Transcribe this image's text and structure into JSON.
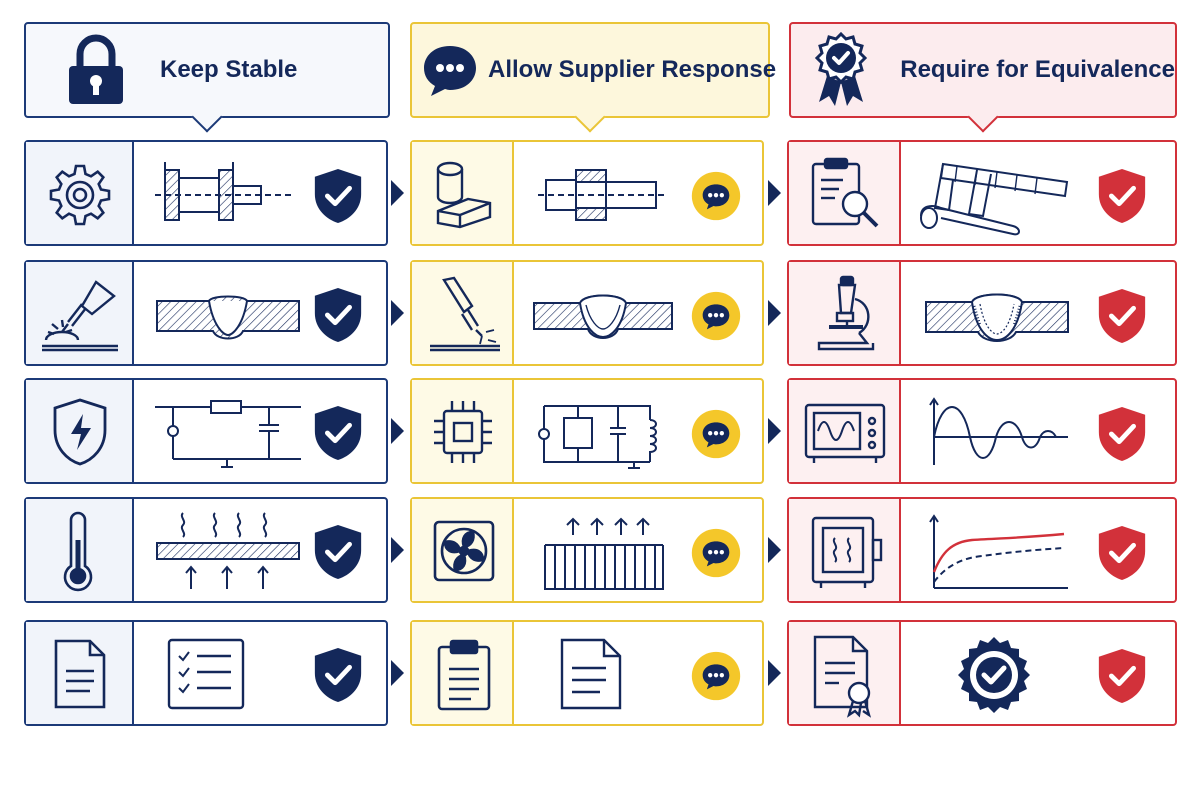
{
  "columns": [
    {
      "key": "blue",
      "title": "Keep Stable",
      "header_icon": "lock-icon",
      "status_icon": "shield-check-icon",
      "color": "#1c3a78"
    },
    {
      "key": "yellow",
      "title": "Allow Supplier Response",
      "header_icon": "chat-bubble-icon",
      "status_icon": "chat-bubble-icon",
      "color": "#f4c72a"
    },
    {
      "key": "red",
      "title": "Require for Equivalence",
      "header_icon": "award-ribbon-icon",
      "status_icon": "shield-check-icon",
      "color": "#d2313a"
    }
  ],
  "rows": [
    {
      "blue": [
        "gear-icon",
        "mechanical-assembly-drawing-icon"
      ],
      "yellow": [
        "material-stock-icon",
        "machined-part-drawing-icon"
      ],
      "red": [
        "clipboard-inspect-icon",
        "caliper-measure-icon"
      ]
    },
    {
      "blue": [
        "welding-torch-icon",
        "weld-bead-section-icon"
      ],
      "yellow": [
        "welding-torch-icon",
        "weld-bead-section-icon"
      ],
      "red": [
        "microscope-icon",
        "weld-macro-section-icon"
      ]
    },
    {
      "blue": [
        "electrical-shield-icon",
        "circuit-schematic-icon"
      ],
      "yellow": [
        "microchip-icon",
        "circuit-schematic-icon"
      ],
      "red": [
        "oscilloscope-icon",
        "waveform-plot-icon"
      ]
    },
    {
      "blue": [
        "thermometer-icon",
        "heat-transfer-plate-icon"
      ],
      "yellow": [
        "cooling-fan-icon",
        "heat-sink-icon"
      ],
      "red": [
        "thermal-chamber-icon",
        "temperature-curve-plot-icon"
      ]
    },
    {
      "blue": [
        "document-icon",
        "checklist-icon"
      ],
      "yellow": [
        "clipboard-icon",
        "document-icon"
      ],
      "red": [
        "certificate-icon",
        "approval-seal-icon"
      ]
    }
  ]
}
